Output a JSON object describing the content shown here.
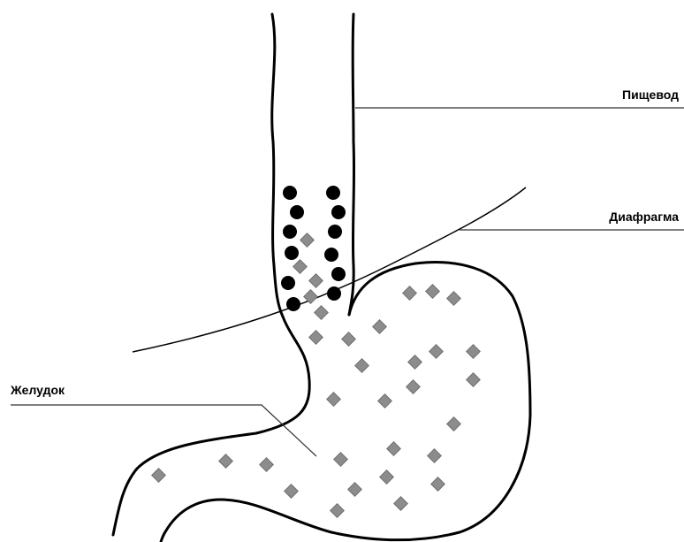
{
  "labels": {
    "esophagus": "Пищевод",
    "diaphragm": "Диафрагма",
    "stomach": "Желудок"
  },
  "colors": {
    "outline": "#000000",
    "reflux_particles": "#000000",
    "stomach_particles": "#8c8c8c"
  },
  "icons": {
    "reflux_particle": "black-dot",
    "stomach_particle": "gray-diamond"
  }
}
